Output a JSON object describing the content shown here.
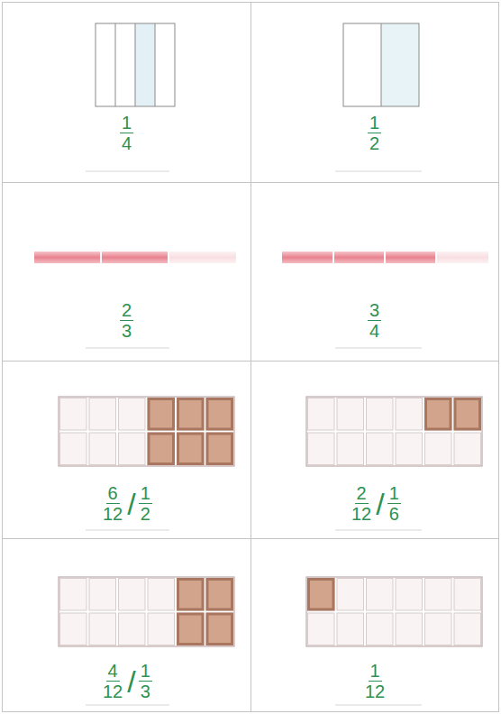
{
  "diagram": {
    "nodes": [
      {
        "text": [
          "1",
          "4"
        ]
      },
      {
        "text": [
          "1",
          "2"
        ]
      },
      {
        "text": [
          "2",
          "3"
        ]
      },
      {
        "text": [
          "3",
          "4"
        ]
      },
      {
        "text": [
          "6",
          "12",
          "/",
          "1",
          "2"
        ]
      },
      {
        "text": [
          "2",
          "12",
          "/",
          "1",
          "6"
        ]
      },
      {
        "text": [
          "4",
          "12",
          "/",
          "1",
          "3"
        ]
      },
      {
        "text": [
          "1",
          "12"
        ]
      }
    ]
  }
}
